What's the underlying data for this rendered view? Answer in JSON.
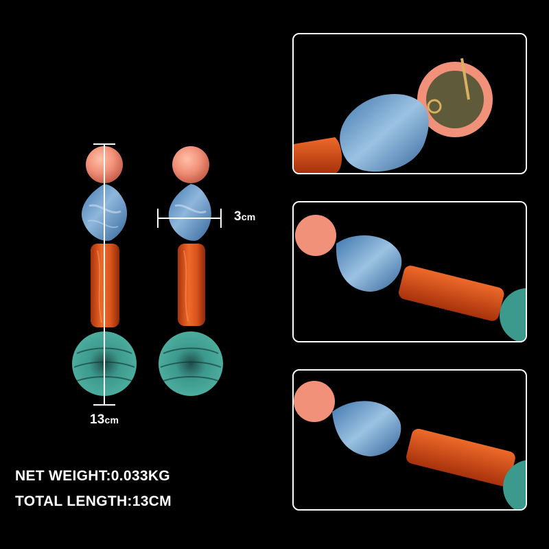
{
  "dimensions": {
    "width_value": "3",
    "width_unit": "cm",
    "length_value": "13",
    "length_unit": "cm"
  },
  "specs": {
    "net_weight": "NET WEIGHT:0.033KG",
    "total_length": "TOTAL LENGTH:13CM"
  },
  "colors": {
    "background": "#000000",
    "coral_stud": "#f2917a",
    "blue_bead": "#5b8fc0",
    "orange_tube": "#d9541c",
    "teal_shell": "#3c9a8c",
    "panel_border": "#ffffff"
  }
}
